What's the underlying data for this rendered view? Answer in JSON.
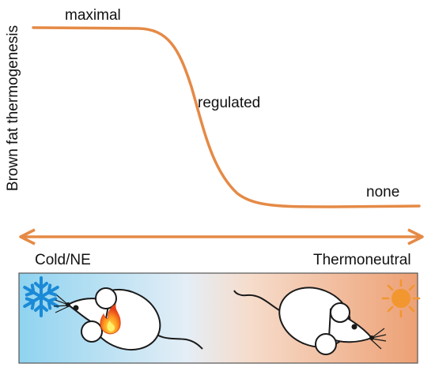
{
  "diagram": {
    "y_axis_label": "Brown fat thermogenesis",
    "curve_labels": {
      "maximal": "maximal",
      "regulated": "regulated",
      "none": "none"
    },
    "scale": {
      "left_label": "Cold/NE",
      "right_label": "Thermoneutral"
    },
    "colors": {
      "curve": "#e58a46",
      "arrow": "#e58a46",
      "cold_panel": "#9ed8f2",
      "warm_panel": "#eda479",
      "snowflake": "#1f8fd8",
      "sun": "#f29a3a",
      "flame": "#f05a1a"
    },
    "icons": [
      "snowflake-icon",
      "flame-icon",
      "sun-icon",
      "mouse-icon"
    ]
  }
}
